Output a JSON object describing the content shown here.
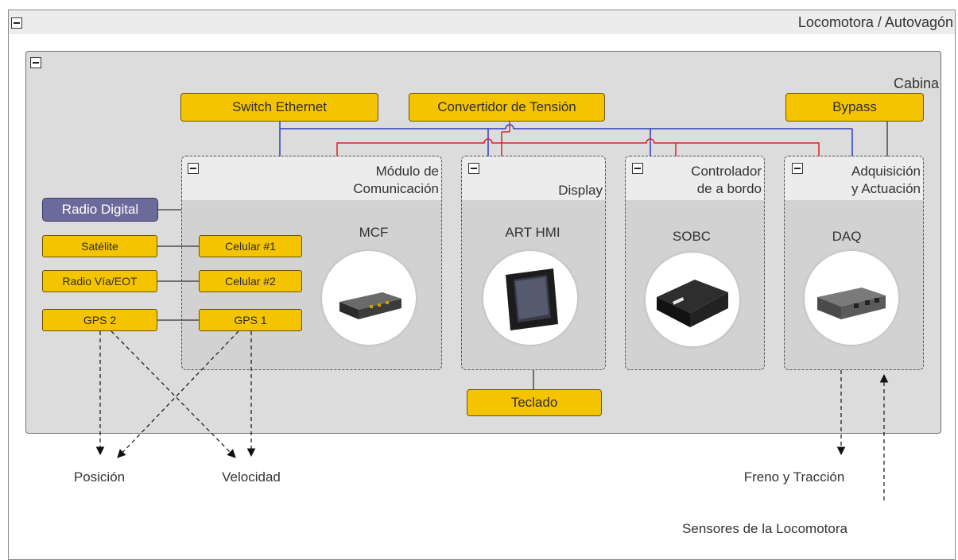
{
  "outer": {
    "title": "Locomotora / Autovagón"
  },
  "cabina": {
    "title": "Cabina"
  },
  "top_boxes": {
    "switch": "Switch Ethernet",
    "convertidor": "Convertidor de Tensión",
    "bypass": "Bypass"
  },
  "modules": {
    "comunicacion": {
      "title_line1": "Módulo de",
      "title_line2": "Comunicación",
      "device": "MCF"
    },
    "display": {
      "title_line1": "Display",
      "device": "ART HMI"
    },
    "controlador": {
      "title_line1": "Controlador",
      "title_line2": "de a bordo",
      "device": "SOBC"
    },
    "adquisicion": {
      "title_line1": "Adquisición",
      "title_line2": "y Actuación",
      "device": "DAQ"
    }
  },
  "left_boxes": {
    "radio_digital": "Radio Digital",
    "satelite": "Satélite",
    "radio_via": "Radio Vía/EOT",
    "gps2": "GPS 2"
  },
  "com_boxes": {
    "celular1": "Celular #1",
    "celular2": "Celular #2",
    "gps1": "GPS 1"
  },
  "teclado": "Teclado",
  "outputs": {
    "posicion": "Posición",
    "velocidad": "Velocidad",
    "freno": "Freno y Tracción",
    "sensores": "Sensores de la Locomotora"
  },
  "colors": {
    "yellow": "#f5c400",
    "purple": "#6c6a9a",
    "ethernet_line": "#2b3fbf",
    "power_line": "#d6242a"
  },
  "icons": {
    "collapse": "minus-square-icon",
    "mcf": "mcf-device-icon",
    "art_hmi": "display-device-icon",
    "sobc": "sobc-device-icon",
    "daq": "daq-device-icon"
  }
}
